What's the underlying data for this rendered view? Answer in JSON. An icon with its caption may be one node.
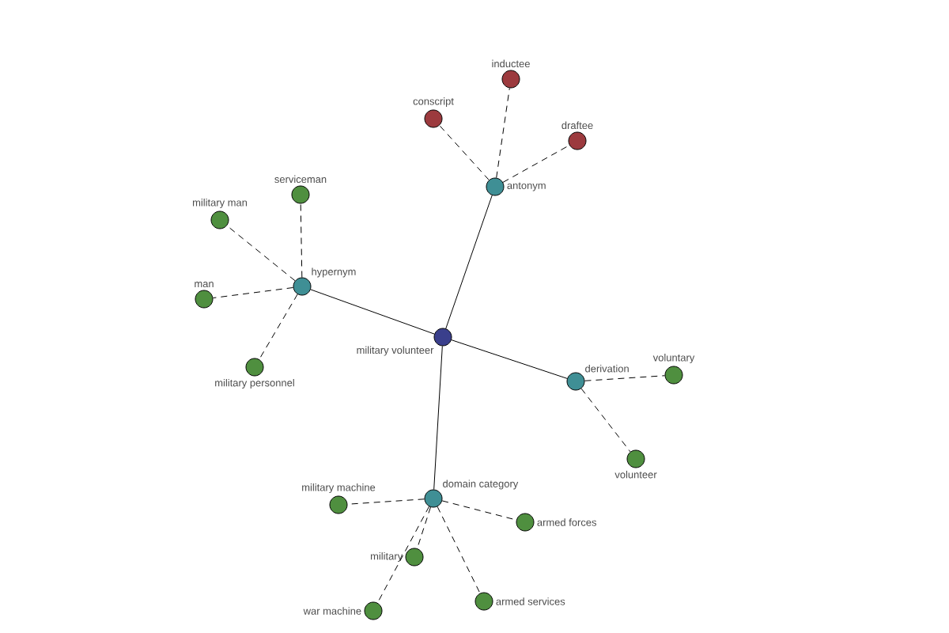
{
  "diagram": {
    "nodes": [
      {
        "text": [
          "military volunteer"
        ]
      },
      {
        "text": [
          "hypernym"
        ]
      },
      {
        "text": [
          "antonym"
        ]
      },
      {
        "text": [
          "derivation"
        ]
      },
      {
        "text": [
          "domain category"
        ]
      },
      {
        "text": [
          "serviceman"
        ]
      },
      {
        "text": [
          "military man"
        ]
      },
      {
        "text": [
          "man"
        ]
      },
      {
        "text": [
          "military personnel"
        ]
      },
      {
        "text": [
          "conscript"
        ]
      },
      {
        "text": [
          "inductee"
        ]
      },
      {
        "text": [
          "draftee"
        ]
      },
      {
        "text": [
          "voluntary"
        ]
      },
      {
        "text": [
          "volunteer"
        ]
      },
      {
        "text": [
          "military machine"
        ]
      },
      {
        "text": [
          "armed forces"
        ]
      },
      {
        "text": [
          "military"
        ]
      },
      {
        "text": [
          "war machine"
        ]
      },
      {
        "text": [
          "armed services"
        ]
      }
    ],
    "edges": [
      {
        "from": 0,
        "to": 1,
        "arrow": "none"
      },
      {
        "from": 0,
        "to": 2,
        "arrow": "none"
      },
      {
        "from": 0,
        "to": 3,
        "arrow": "none"
      },
      {
        "from": 0,
        "to": 4,
        "arrow": "none"
      },
      {
        "from": 1,
        "to": 5,
        "arrow": "none",
        "style": "dashed"
      },
      {
        "from": 1,
        "to": 6,
        "arrow": "none",
        "style": "dashed"
      },
      {
        "from": 1,
        "to": 7,
        "arrow": "none",
        "style": "dashed"
      },
      {
        "from": 1,
        "to": 8,
        "arrow": "none",
        "style": "dashed"
      },
      {
        "from": 2,
        "to": 9,
        "arrow": "none",
        "style": "dashed"
      },
      {
        "from": 2,
        "to": 10,
        "arrow": "none",
        "style": "dashed"
      },
      {
        "from": 2,
        "to": 11,
        "arrow": "none",
        "style": "dashed"
      },
      {
        "from": 3,
        "to": 12,
        "arrow": "none",
        "style": "dashed"
      },
      {
        "from": 3,
        "to": 13,
        "arrow": "none",
        "style": "dashed"
      },
      {
        "from": 4,
        "to": 14,
        "arrow": "none",
        "style": "dashed"
      },
      {
        "from": 4,
        "to": 15,
        "arrow": "none",
        "style": "dashed"
      },
      {
        "from": 4,
        "to": 16,
        "arrow": "none",
        "style": "dashed"
      },
      {
        "from": 4,
        "to": 17,
        "arrow": "none",
        "style": "dashed"
      },
      {
        "from": 4,
        "to": 18,
        "arrow": "none",
        "style": "dashed"
      }
    ]
  }
}
